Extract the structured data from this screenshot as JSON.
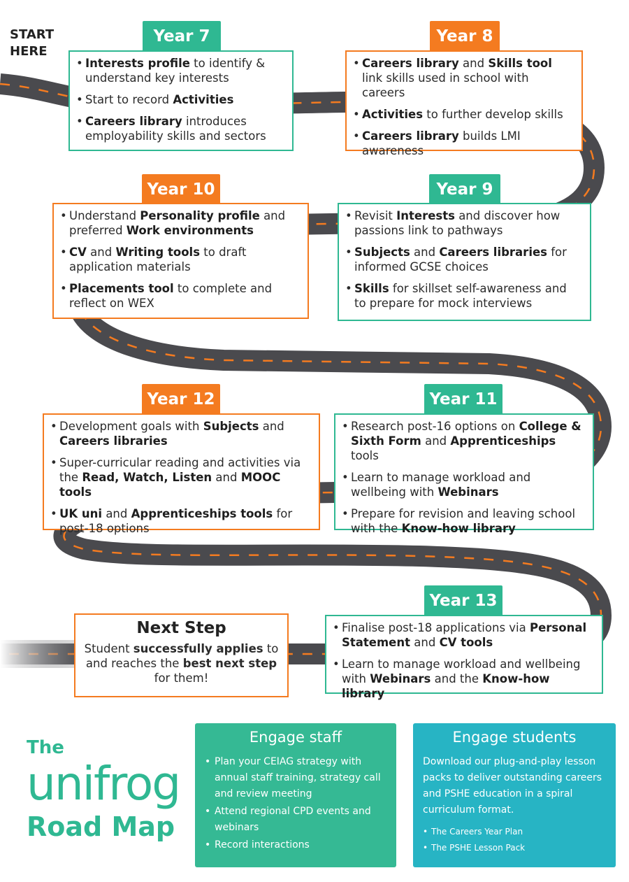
{
  "start": {
    "line1": "START",
    "line2": "HERE"
  },
  "years": [
    {
      "label": "Year 7",
      "items": [
        {
          "parts": [
            {
              "t": "Interests profile",
              "b": true
            },
            {
              "t": " to identify & understand key interests"
            }
          ]
        },
        {
          "parts": [
            {
              "t": "Start to record "
            },
            {
              "t": "Activities",
              "b": true
            }
          ]
        },
        {
          "parts": [
            {
              "t": "Careers library",
              "b": true
            },
            {
              "t": " introduces employability skills and sectors"
            }
          ]
        }
      ]
    },
    {
      "label": "Year 8",
      "items": [
        {
          "parts": [
            {
              "t": "Careers library",
              "b": true
            },
            {
              "t": " and "
            },
            {
              "t": "Skills tool",
              "b": true
            },
            {
              "t": " link skills used in school with careers"
            }
          ]
        },
        {
          "parts": [
            {
              "t": "Activities",
              "b": true
            },
            {
              "t": " to further develop skills"
            }
          ]
        },
        {
          "parts": [
            {
              "t": "Careers library",
              "b": true
            },
            {
              "t": " builds LMI awareness"
            }
          ]
        }
      ]
    },
    {
      "label": "Year 9",
      "items": [
        {
          "parts": [
            {
              "t": "Revisit "
            },
            {
              "t": "Interests",
              "b": true
            },
            {
              "t": " and discover how passions link to pathways"
            }
          ]
        },
        {
          "parts": [
            {
              "t": "Subjects",
              "b": true
            },
            {
              "t": " and "
            },
            {
              "t": "Careers libraries",
              "b": true
            },
            {
              "t": " for informed GCSE choices"
            }
          ]
        },
        {
          "parts": [
            {
              "t": "Skills",
              "b": true
            },
            {
              "t": " for skillset self-awareness and to prepare for mock interviews"
            }
          ]
        }
      ]
    },
    {
      "label": "Year 10",
      "items": [
        {
          "parts": [
            {
              "t": "Understand "
            },
            {
              "t": "Personality profile",
              "b": true
            },
            {
              "t": " and preferred "
            },
            {
              "t": "Work environments",
              "b": true
            }
          ]
        },
        {
          "parts": [
            {
              "t": "CV",
              "b": true
            },
            {
              "t": " and "
            },
            {
              "t": "Writing tools",
              "b": true
            },
            {
              "t": " to draft application materials"
            }
          ]
        },
        {
          "parts": [
            {
              "t": "Placements tool",
              "b": true
            },
            {
              "t": " to complete and reflect on WEX"
            }
          ]
        }
      ]
    },
    {
      "label": "Year 11",
      "items": [
        {
          "parts": [
            {
              "t": "Research post-16 options on "
            },
            {
              "t": "College & Sixth Form",
              "b": true
            },
            {
              "t": " and "
            },
            {
              "t": "Apprenticeships",
              "b": true
            },
            {
              "t": " tools"
            }
          ]
        },
        {
          "parts": [
            {
              "t": "Learn to manage workload and wellbeing with "
            },
            {
              "t": "Webinars",
              "b": true
            }
          ]
        },
        {
          "parts": [
            {
              "t": "Prepare for revision and leaving school with the "
            },
            {
              "t": "Know-how library",
              "b": true
            }
          ]
        }
      ]
    },
    {
      "label": "Year 12",
      "items": [
        {
          "parts": [
            {
              "t": "Development goals with "
            },
            {
              "t": "Subjects",
              "b": true
            },
            {
              "t": " and "
            },
            {
              "t": "Careers libraries",
              "b": true
            }
          ]
        },
        {
          "parts": [
            {
              "t": "Super-curricular reading and activities via the "
            },
            {
              "t": "Read, Watch, Listen",
              "b": true
            },
            {
              "t": " and "
            },
            {
              "t": "MOOC tools",
              "b": true
            }
          ]
        },
        {
          "parts": [
            {
              "t": "UK uni",
              "b": true
            },
            {
              "t": " and "
            },
            {
              "t": "Apprenticeships tools",
              "b": true
            },
            {
              "t": " for post-18 options"
            }
          ]
        }
      ]
    },
    {
      "label": "Year 13",
      "items": [
        {
          "parts": [
            {
              "t": "Finalise post-18 applications via "
            },
            {
              "t": "Personal Statement",
              "b": true
            },
            {
              "t": " and "
            },
            {
              "t": "CV tools",
              "b": true
            }
          ]
        },
        {
          "parts": [
            {
              "t": "Learn to manage workload and wellbeing with "
            },
            {
              "t": "Webinars",
              "b": true
            },
            {
              "t": " and the "
            },
            {
              "t": "Know-how library",
              "b": true
            }
          ]
        }
      ]
    }
  ],
  "next_step": {
    "title": "Next Step",
    "parts": [
      {
        "t": "Student "
      },
      {
        "t": "successfully applies",
        "b": true
      },
      {
        "t": " to and reaches the "
      },
      {
        "t": "best next step",
        "b": true
      },
      {
        "t": " for them!"
      }
    ]
  },
  "brand": {
    "the": "The",
    "name": "unifrog",
    "road_map": "Road Map"
  },
  "engage_staff": {
    "title": "Engage staff",
    "items": [
      "Plan your CEIAG strategy with annual staff training, strategy call and review meeting",
      "Attend regional CPD events and webinars",
      "Record interactions"
    ]
  },
  "engage_students": {
    "title": "Engage students",
    "text": "Download our plug-and-play lesson packs to deliver outstanding careers and PSHE education in a spiral curriculum format.",
    "items": [
      "The Careers Year Plan",
      "The PSHE Lesson Pack"
    ]
  },
  "colors": {
    "green": "#2fb892",
    "orange": "#f47b20",
    "road": "#4a4a4e",
    "dash": "#f47b20",
    "staff": "#35b994",
    "students": "#27b4c4"
  }
}
